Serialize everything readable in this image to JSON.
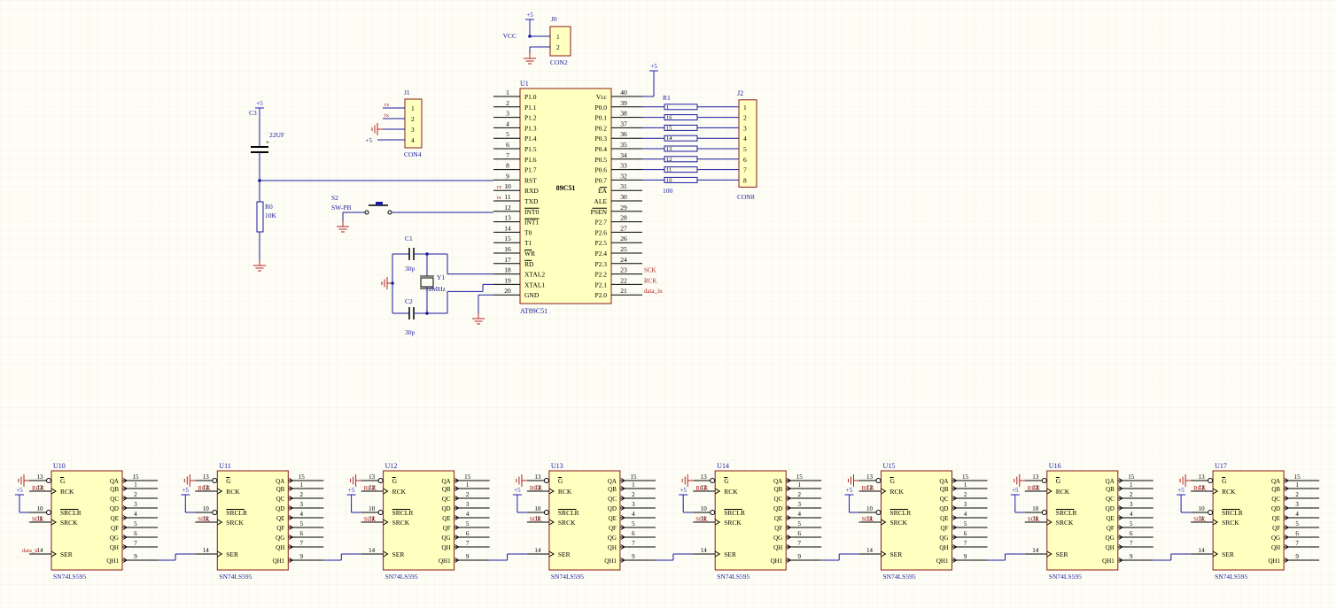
{
  "colors": {
    "background": "#fdfdf5",
    "grid": "#eaeadc",
    "body_fill": "#ffffc0",
    "body_stroke": "#8b1a1a",
    "wire": "#1a1aa0",
    "label_blue": "#1a1aa0",
    "net_red": "#b22222",
    "power": "#2020c0",
    "ground": "#b22222"
  },
  "mcu": {
    "designator": "U1",
    "part": "AT89C51",
    "center_label": "89C51",
    "left_pins": [
      {
        "num": "1",
        "name": "P1.0"
      },
      {
        "num": "2",
        "name": "P1.1"
      },
      {
        "num": "3",
        "name": "P1.2"
      },
      {
        "num": "4",
        "name": "P1.3"
      },
      {
        "num": "5",
        "name": "P1.4"
      },
      {
        "num": "6",
        "name": "P1.5"
      },
      {
        "num": "7",
        "name": "P1.6"
      },
      {
        "num": "8",
        "name": "P1.7"
      },
      {
        "num": "9",
        "name": "RST"
      },
      {
        "num": "10",
        "name": "RXD"
      },
      {
        "num": "11",
        "name": "TXD"
      },
      {
        "num": "12",
        "name": "INT0",
        "over": true
      },
      {
        "num": "13",
        "name": "INT1",
        "over": true
      },
      {
        "num": "14",
        "name": "T0"
      },
      {
        "num": "15",
        "name": "T1"
      },
      {
        "num": "16",
        "name": "WR",
        "over": true
      },
      {
        "num": "17",
        "name": "RD",
        "over": true
      },
      {
        "num": "18",
        "name": "XTAL2"
      },
      {
        "num": "19",
        "name": "XTAL1"
      },
      {
        "num": "20",
        "name": "GND"
      }
    ],
    "right_pins": [
      {
        "num": "40",
        "name": "Vcc"
      },
      {
        "num": "39",
        "name": "P0.0"
      },
      {
        "num": "38",
        "name": "P0.1"
      },
      {
        "num": "37",
        "name": "P0.2"
      },
      {
        "num": "36",
        "name": "P0.3"
      },
      {
        "num": "35",
        "name": "P0.4"
      },
      {
        "num": "34",
        "name": "P0.5"
      },
      {
        "num": "33",
        "name": "P0.6"
      },
      {
        "num": "32",
        "name": "P0.7"
      },
      {
        "num": "31",
        "name": "EA",
        "over": true
      },
      {
        "num": "30",
        "name": "ALE"
      },
      {
        "num": "29",
        "name": "PSEN",
        "over": true
      },
      {
        "num": "28",
        "name": "P2.7"
      },
      {
        "num": "27",
        "name": "P2.6"
      },
      {
        "num": "26",
        "name": "P2.5"
      },
      {
        "num": "25",
        "name": "P2.4"
      },
      {
        "num": "24",
        "name": "P2.3"
      },
      {
        "num": "23",
        "name": "P2.2"
      },
      {
        "num": "22",
        "name": "P2.1"
      },
      {
        "num": "21",
        "name": "P2.0"
      }
    ],
    "left_nets": {
      "10": "rx",
      "11": "tx"
    },
    "right_nets": {
      "23": "SCK",
      "22": "RCK",
      "21": "data_in"
    }
  },
  "j0": {
    "designator": "J0",
    "part": "CON2",
    "pins": [
      "1",
      "2"
    ],
    "vcc_label": "VCC",
    "power_label": "+5"
  },
  "j1": {
    "designator": "J1",
    "part": "CON4",
    "pins": [
      "1",
      "2",
      "3",
      "4"
    ],
    "nets": [
      "rx",
      "tx"
    ],
    "power_label": "+5"
  },
  "j2": {
    "designator": "J2",
    "part": "CON8",
    "pins": [
      "1",
      "2",
      "3",
      "4",
      "5",
      "6",
      "7",
      "8"
    ]
  },
  "r1": {
    "designator": "R1",
    "value": "100",
    "taps": [
      "1",
      "16",
      "15",
      "14",
      "13",
      "12",
      "11",
      "10"
    ],
    "power_label": "+5"
  },
  "c3": {
    "designator": "C3",
    "value": "22UF",
    "power_label": "+5"
  },
  "r0": {
    "designator": "R0",
    "value": "10K"
  },
  "s2": {
    "designator": "S2",
    "part": "SW-PB"
  },
  "c1": {
    "designator": "C1",
    "value": "30p"
  },
  "c2": {
    "designator": "C2",
    "value": "30p"
  },
  "y1": {
    "designator": "Y1",
    "value": "12MHz"
  },
  "shift_register": {
    "part": "SN74LS595",
    "left_pins": [
      {
        "num": "13",
        "name": "G",
        "over": true
      },
      {
        "num": "12",
        "name": "RCK"
      },
      {
        "num": "10",
        "name": "SRCLR",
        "over": true
      },
      {
        "num": "11",
        "name": "SRCK"
      },
      {
        "num": "14",
        "name": "SER"
      }
    ],
    "right_pins": [
      {
        "num": "15",
        "name": "QA"
      },
      {
        "num": "1",
        "name": "QB"
      },
      {
        "num": "2",
        "name": "QC"
      },
      {
        "num": "3",
        "name": "QD"
      },
      {
        "num": "4",
        "name": "QE"
      },
      {
        "num": "5",
        "name": "QF"
      },
      {
        "num": "6",
        "name": "QG"
      },
      {
        "num": "7",
        "name": "QH"
      },
      {
        "num": "9",
        "name": "QH1"
      }
    ],
    "power_label": "+5",
    "units": [
      {
        "designator": "U10",
        "rck_net": "RCK",
        "sck_net": "SCK",
        "ser_net": "data_in"
      },
      {
        "designator": "U11",
        "rck_net": "RCK",
        "sck_net": "SCK",
        "ser_net": ""
      },
      {
        "designator": "U12",
        "rck_net": "RCK",
        "sck_net": "SCK",
        "ser_net": ""
      },
      {
        "designator": "U13",
        "rck_net": "RCK",
        "sck_net": "SCK",
        "ser_net": ""
      },
      {
        "designator": "U14",
        "rck_net": "RCK",
        "sck_net": "SCK",
        "ser_net": ""
      },
      {
        "designator": "U15",
        "rck_net": "RCK",
        "sck_net": "SCK",
        "ser_net": ""
      },
      {
        "designator": "U16",
        "rck_net": "RCK",
        "sck_net": "SCK",
        "ser_net": ""
      },
      {
        "designator": "U17",
        "rck_net": "RCK",
        "sck_net": "SCK",
        "ser_net": ""
      }
    ]
  }
}
